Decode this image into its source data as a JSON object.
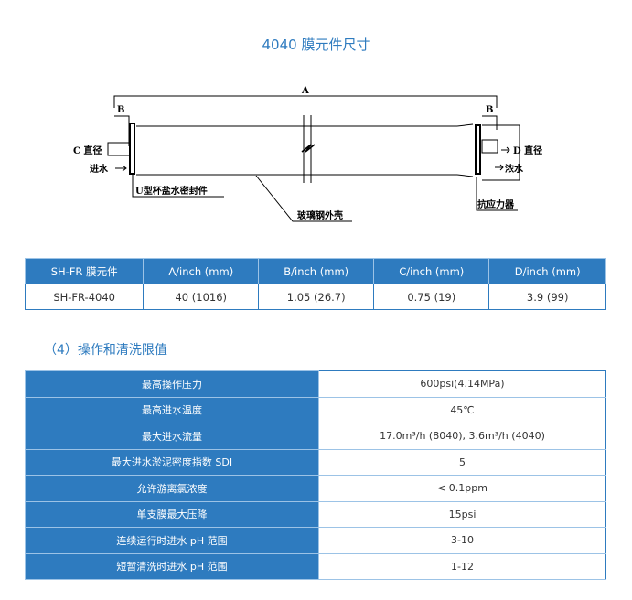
{
  "title": "4040 膜元件尺寸",
  "diagram": {
    "a": "A",
    "b_left": "B",
    "b_right": "B",
    "c_label": "C 直径",
    "d_label": "D 直径",
    "feed": "进水",
    "concentrate": "浓水",
    "seal": "U型杯盐水密封件",
    "shell": "玻璃钢外壳",
    "atd": "抗应力器"
  },
  "dim_table": {
    "headers": [
      "SH-FR 膜元件",
      "A/inch (mm)",
      "B/inch (mm)",
      "C/inch (mm)",
      "D/inch (mm)"
    ],
    "row": [
      "SH-FR-4040",
      "40 (1016)",
      "1.05 (26.7)",
      "0.75 (19)",
      "3.9 (99)"
    ]
  },
  "section_title": "（4）操作和清洗限值",
  "limits": [
    {
      "k": "最高操作压力",
      "v": "600psi(4.14MPa)"
    },
    {
      "k": "最高进水温度",
      "v": "45℃"
    },
    {
      "k": "最大进水流量",
      "v": "17.0m³/h (8040), 3.6m³/h (4040)"
    },
    {
      "k": "最大进水淤泥密度指数 SDI",
      "v": "5"
    },
    {
      "k": "允许游离氯浓度",
      "v": "< 0.1ppm"
    },
    {
      "k": "单支膜最大压降",
      "v": "15psi"
    },
    {
      "k": "连续运行时进水 pH 范围",
      "v": "3-10"
    },
    {
      "k": "短暂清洗时进水 pH 范围",
      "v": "1-12"
    }
  ]
}
